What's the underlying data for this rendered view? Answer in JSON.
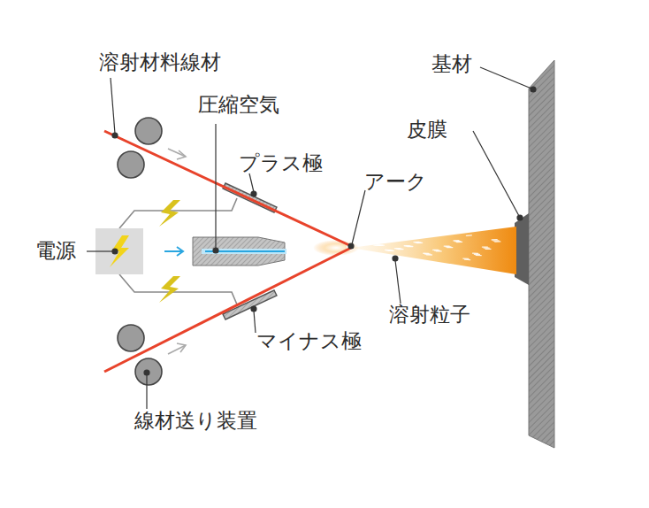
{
  "diagram": {
    "labels": [
      "溶射材料線材",
      "圧縮空気",
      "基材",
      "皮膜",
      "プラス極",
      "アーク",
      "電源",
      "溶射粒子",
      "マイナス極",
      "線材送り装置"
    ]
  }
}
